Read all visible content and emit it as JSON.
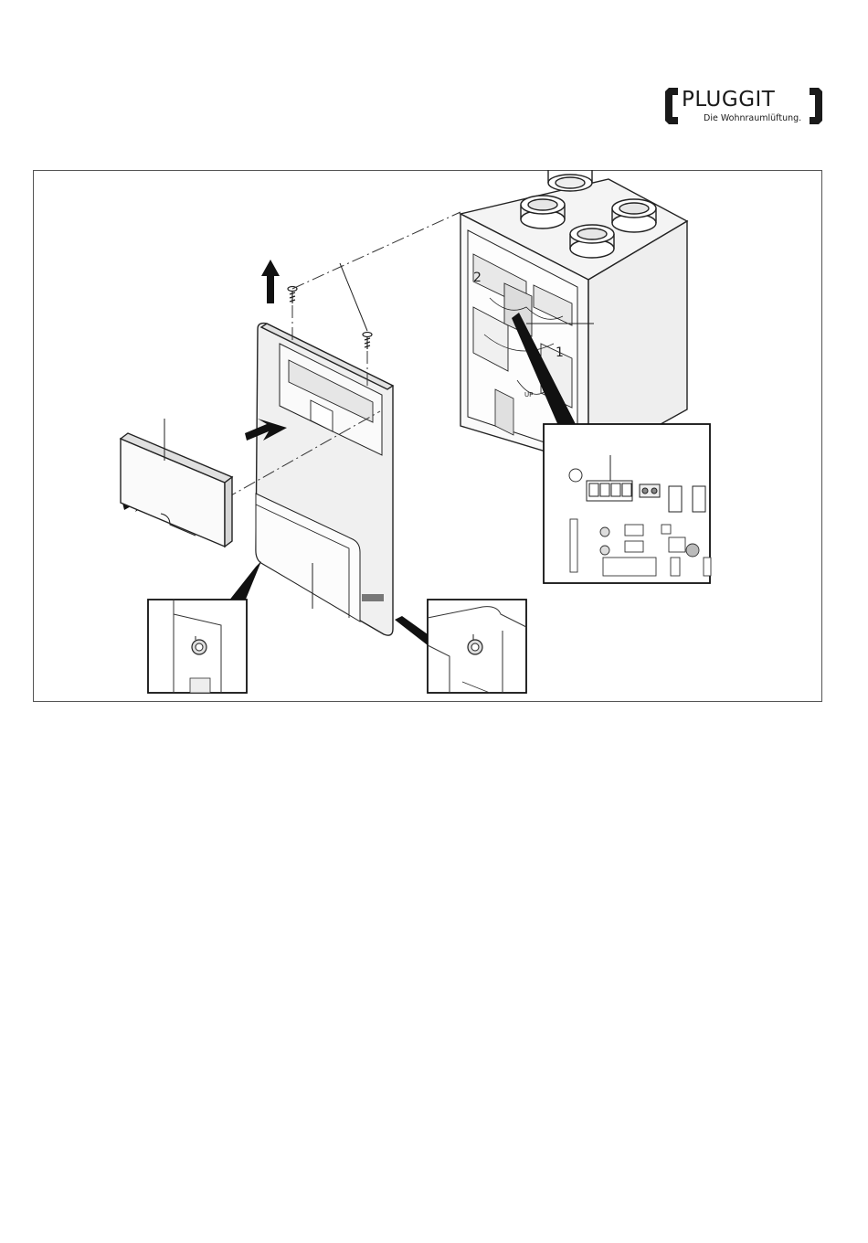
{
  "header": {
    "brand_name": "PLUGGIT",
    "brand_tagline": "Die Wohnraumlüftung."
  },
  "figure": {
    "unit_label_1": "1",
    "unit_label_2": "2",
    "up_label": "UP"
  }
}
